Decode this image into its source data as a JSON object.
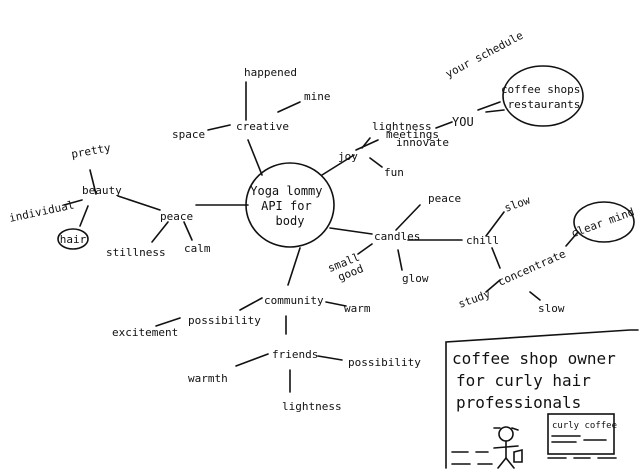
{
  "mindmap": {
    "center": "Yoga lommy\nAPI for\nbody",
    "words": {
      "happened": "happened",
      "mine": "mine",
      "space": "space",
      "creative": "creative",
      "lightness_top": "lightness",
      "meetings": "meetings",
      "you": "YOU",
      "your_schedule": "your schedule",
      "coffee_shops": "coffee shops\nrestaurants",
      "joy": "joy",
      "fun": "fun",
      "innovate": "innovate",
      "pretty": "pretty",
      "beauty": "beauty",
      "individual": "individual",
      "hair": "hair",
      "peace_left": "peace",
      "stillness": "stillness",
      "calm": "calm",
      "peace_right": "peace",
      "candles": "candles",
      "slow_top": "slow",
      "chill": "chill",
      "clear_mind": "clear mind",
      "small_good": "small\ngood",
      "glow": "glow",
      "concentrate": "concentrate",
      "study": "study",
      "slow_bottom": "slow",
      "excitement": "excitement",
      "possibility_left": "possibility",
      "community": "community",
      "warm": "warm",
      "friends": "friends",
      "warmth": "warmth",
      "possibility_right": "possibility",
      "lightness_bottom": "lightness"
    }
  },
  "panel": {
    "title": "coffee shop owner\nfor curly hair\nprofessionals",
    "sign": "curly coffee"
  }
}
